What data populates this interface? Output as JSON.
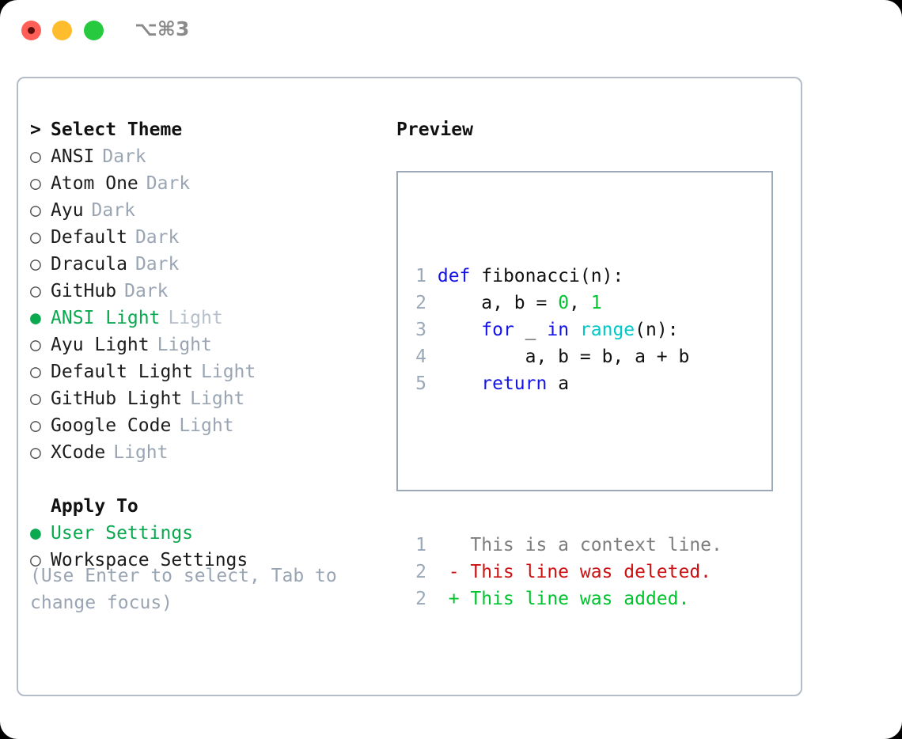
{
  "window": {
    "title": "⌥⌘3",
    "traffic_lights": [
      "close",
      "minimize",
      "zoom"
    ],
    "colors": {
      "red": "#ff5f56",
      "yellow": "#ffbd2e",
      "green": "#27c93f",
      "border": "#b3bcc8",
      "accent_green": "#0aa84f",
      "muted": "#9aa5b4"
    }
  },
  "theme_list": {
    "heading": "Select Theme",
    "heading_marker": ">",
    "items": [
      {
        "marker": "○",
        "name": "ANSI",
        "tag": "Dark",
        "selected": false
      },
      {
        "marker": "○",
        "name": "Atom One",
        "tag": "Dark",
        "selected": false
      },
      {
        "marker": "○",
        "name": "Ayu",
        "tag": "Dark",
        "selected": false
      },
      {
        "marker": "○",
        "name": "Default",
        "tag": "Dark",
        "selected": false
      },
      {
        "marker": "○",
        "name": "Dracula",
        "tag": "Dark",
        "selected": false
      },
      {
        "marker": "○",
        "name": "GitHub",
        "tag": "Dark",
        "selected": false
      },
      {
        "marker": "●",
        "name": "ANSI Light",
        "tag": "Light",
        "selected": true
      },
      {
        "marker": "○",
        "name": "Ayu Light",
        "tag": "Light",
        "selected": false
      },
      {
        "marker": "○",
        "name": "Default Light",
        "tag": "Light",
        "selected": false
      },
      {
        "marker": "○",
        "name": "GitHub Light",
        "tag": "Light",
        "selected": false
      },
      {
        "marker": "○",
        "name": "Google Code",
        "tag": "Light",
        "selected": false
      },
      {
        "marker": "○",
        "name": "XCode",
        "tag": "Light",
        "selected": false
      }
    ]
  },
  "apply_to": {
    "heading": "Apply To",
    "items": [
      {
        "marker": "●",
        "name": "User Settings",
        "selected": true
      },
      {
        "marker": "○",
        "name": "Workspace Settings",
        "selected": false
      }
    ]
  },
  "hint": "(Use Enter to select, Tab to change focus)",
  "preview": {
    "title": "Preview",
    "code_lines": [
      {
        "num": "1",
        "tokens": [
          {
            "t": "def",
            "c": "kw"
          },
          {
            "t": " fibonacci(n):",
            "c": "plain"
          }
        ]
      },
      {
        "num": "2",
        "tokens": [
          {
            "t": "    a, b = ",
            "c": "plain"
          },
          {
            "t": "0",
            "c": "num"
          },
          {
            "t": ", ",
            "c": "plain"
          },
          {
            "t": "1",
            "c": "num"
          }
        ]
      },
      {
        "num": "3",
        "tokens": [
          {
            "t": "    ",
            "c": "plain"
          },
          {
            "t": "for",
            "c": "kw"
          },
          {
            "t": " _ ",
            "c": "plain"
          },
          {
            "t": "in",
            "c": "kw"
          },
          {
            "t": " ",
            "c": "plain"
          },
          {
            "t": "range",
            "c": "fn"
          },
          {
            "t": "(n):",
            "c": "plain"
          }
        ]
      },
      {
        "num": "4",
        "tokens": [
          {
            "t": "        a, b = b, a + b",
            "c": "plain"
          }
        ]
      },
      {
        "num": "5",
        "tokens": [
          {
            "t": "    ",
            "c": "plain"
          },
          {
            "t": "return",
            "c": "kw"
          },
          {
            "t": " a",
            "c": "plain"
          }
        ]
      }
    ],
    "diff_lines": [
      {
        "num": "1",
        "sign": " ",
        "text": "This is a context line.",
        "kind": "ctx"
      },
      {
        "num": "2",
        "sign": "-",
        "text": "This line was deleted.",
        "kind": "del"
      },
      {
        "num": "2",
        "sign": "+",
        "text": "This line was added.",
        "kind": "add"
      }
    ]
  }
}
